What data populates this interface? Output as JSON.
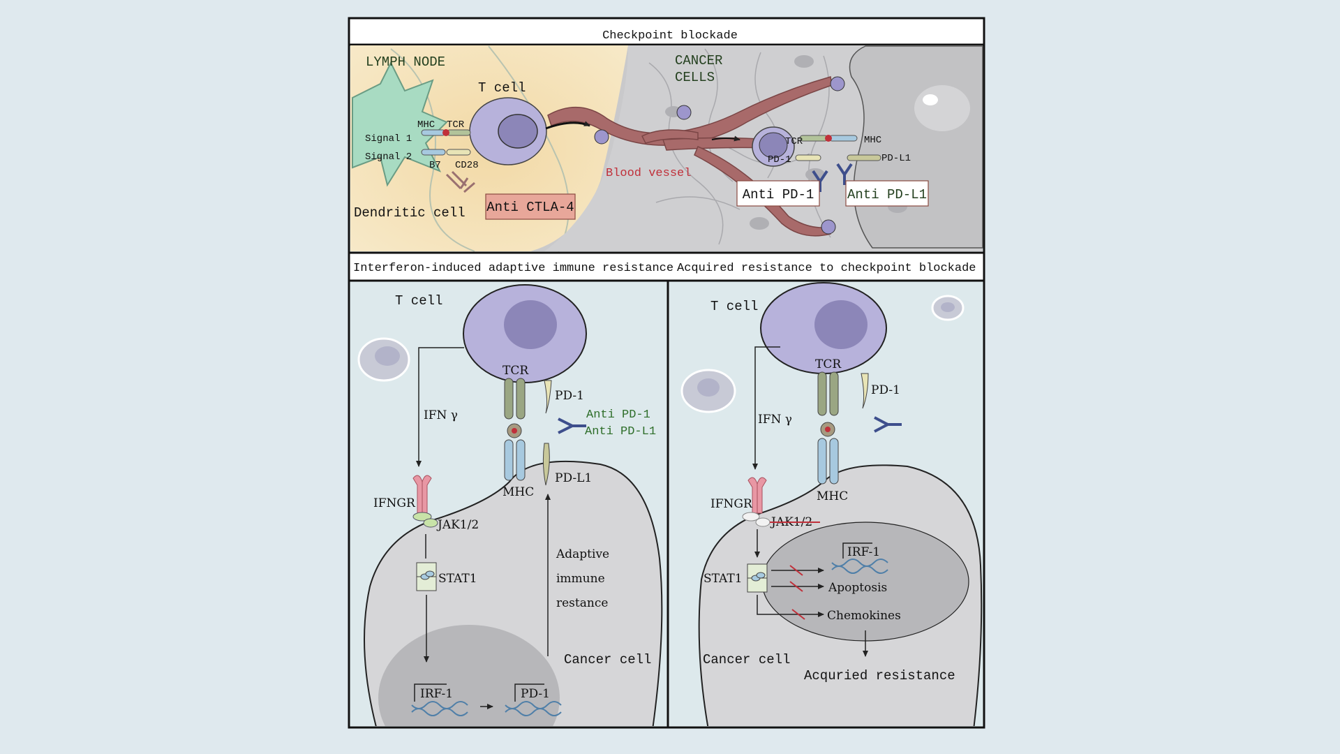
{
  "title": "Checkpoint blockade",
  "top_panel": {
    "lymph_node": "LYMPH NODE",
    "cancer_cells_1": "CANCER",
    "cancer_cells_2": "CELLS",
    "t_cell": "T cell",
    "mhc": "MHC",
    "tcr": "TCR",
    "signal1": "Signal 1",
    "signal2": "Signal 2",
    "b7": "B7",
    "cd28": "CD28",
    "dendritic_cell": "Dendritic cell",
    "anti_ctla4": "Anti CTLA-4",
    "blood_vessel": "Blood vessel",
    "tcr_right": "TCR",
    "mhc_right": "MHC",
    "pd1_right": "PD-1",
    "pdl1_right": "PD-L1",
    "anti_pd1": "Anti PD-1",
    "anti_pdl1": "Anti PD-L1"
  },
  "left_panel": {
    "title": "Interferon-induced adaptive immune resistance",
    "t_cell": "T cell",
    "tcr": "TCR",
    "pd1": "PD-1",
    "ifng": "IFN γ",
    "anti_pd1": "Anti PD-1",
    "anti_pdl1": "Anti PD-L1",
    "ifngr": "IFNGR",
    "mhc": "MHC",
    "pdl1": "PD-L1",
    "jak": "JAK1/2",
    "stat1": "STAT1",
    "adaptive1": "Adaptive",
    "adaptive2": "immune",
    "adaptive3": "restance",
    "cancer_cell": "Cancer cell",
    "irf1": "IRF-1",
    "pd1_gene": "PD-1"
  },
  "right_panel": {
    "title": "Acquired resistance to checkpoint blockade",
    "t_cell": "T cell",
    "tcr": "TCR",
    "pd1": "PD-1",
    "ifng": "IFN γ",
    "ifngr": "IFNGR",
    "mhc": "MHC",
    "jak": "JAK1/2",
    "stat1": "STAT1",
    "irf1": "IRF-1",
    "apoptosis": "Apoptosis",
    "chemokines": "Chemokines",
    "cancer_cell": "Cancer cell",
    "acquired": "Acquried resistance"
  },
  "colors": {
    "t_cell": "#b7b2db",
    "t_nucleus": "#8c86b8",
    "cancer_cell": "#d6d6d8",
    "cancer_nucleus": "#b7b7ba",
    "panel_bg": "#dde9ec",
    "blood_vessel": "#a86a6a",
    "anti_ctla4_box": "#e8a79a",
    "red_text": "#c0303a",
    "green_text": "#2e6e2a"
  }
}
